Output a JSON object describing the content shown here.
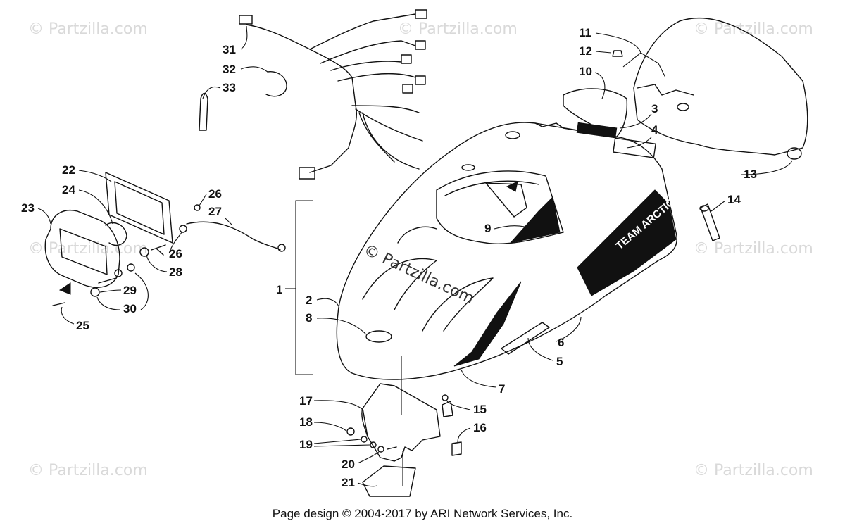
{
  "watermark_text": "© Partzilla.com",
  "center_watermark": "© Partzilla.com",
  "footer_text": "Page design © 2004-2017 by ARI Network Services, Inc.",
  "decal_text": "TEAM ARCTIC",
  "callouts": [
    "1",
    "2",
    "3",
    "4",
    "5",
    "6",
    "7",
    "8",
    "9",
    "10",
    "11",
    "12",
    "13",
    "14",
    "15",
    "16",
    "17",
    "18",
    "19",
    "20",
    "21",
    "22",
    "23",
    "24",
    "25",
    "26",
    "26",
    "27",
    "28",
    "29",
    "30",
    "31",
    "32",
    "33"
  ],
  "icons": [
    "arrow-marker-icon"
  ]
}
